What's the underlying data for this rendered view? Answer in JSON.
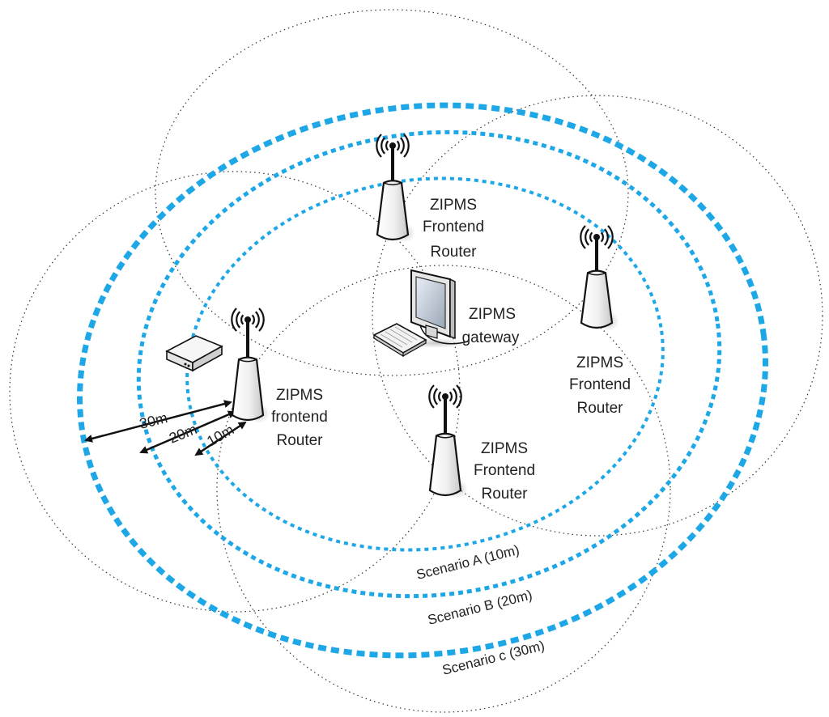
{
  "colors": {
    "scenario_ring": "#1ea7e6",
    "coverage_ring": "#333333",
    "device_body": "#f4f4f4",
    "outline": "#111111"
  },
  "icons": {
    "router": "antenna-tower-icon",
    "gateway": "desktop-computer-icon",
    "sensor": "sensor-box-icon"
  },
  "routers": [
    {
      "label_lines": [
        "ZIPMS",
        "Frontend",
        "Router"
      ]
    },
    {
      "label_lines": [
        "ZIPMS",
        "Frontend",
        "Router"
      ]
    },
    {
      "label_lines": [
        "ZIPMS",
        "Frontend",
        "Router"
      ]
    },
    {
      "label_lines": [
        "ZIPMS",
        "frontend",
        "Router"
      ]
    }
  ],
  "gateway": {
    "label_lines": [
      "ZIPMS",
      "gateway"
    ]
  },
  "distances": [
    "30m",
    "20m",
    "10m"
  ],
  "scenarios": [
    "Scenario A (10m)",
    "Scenario B (20m)",
    "Scenario c (30m)"
  ]
}
